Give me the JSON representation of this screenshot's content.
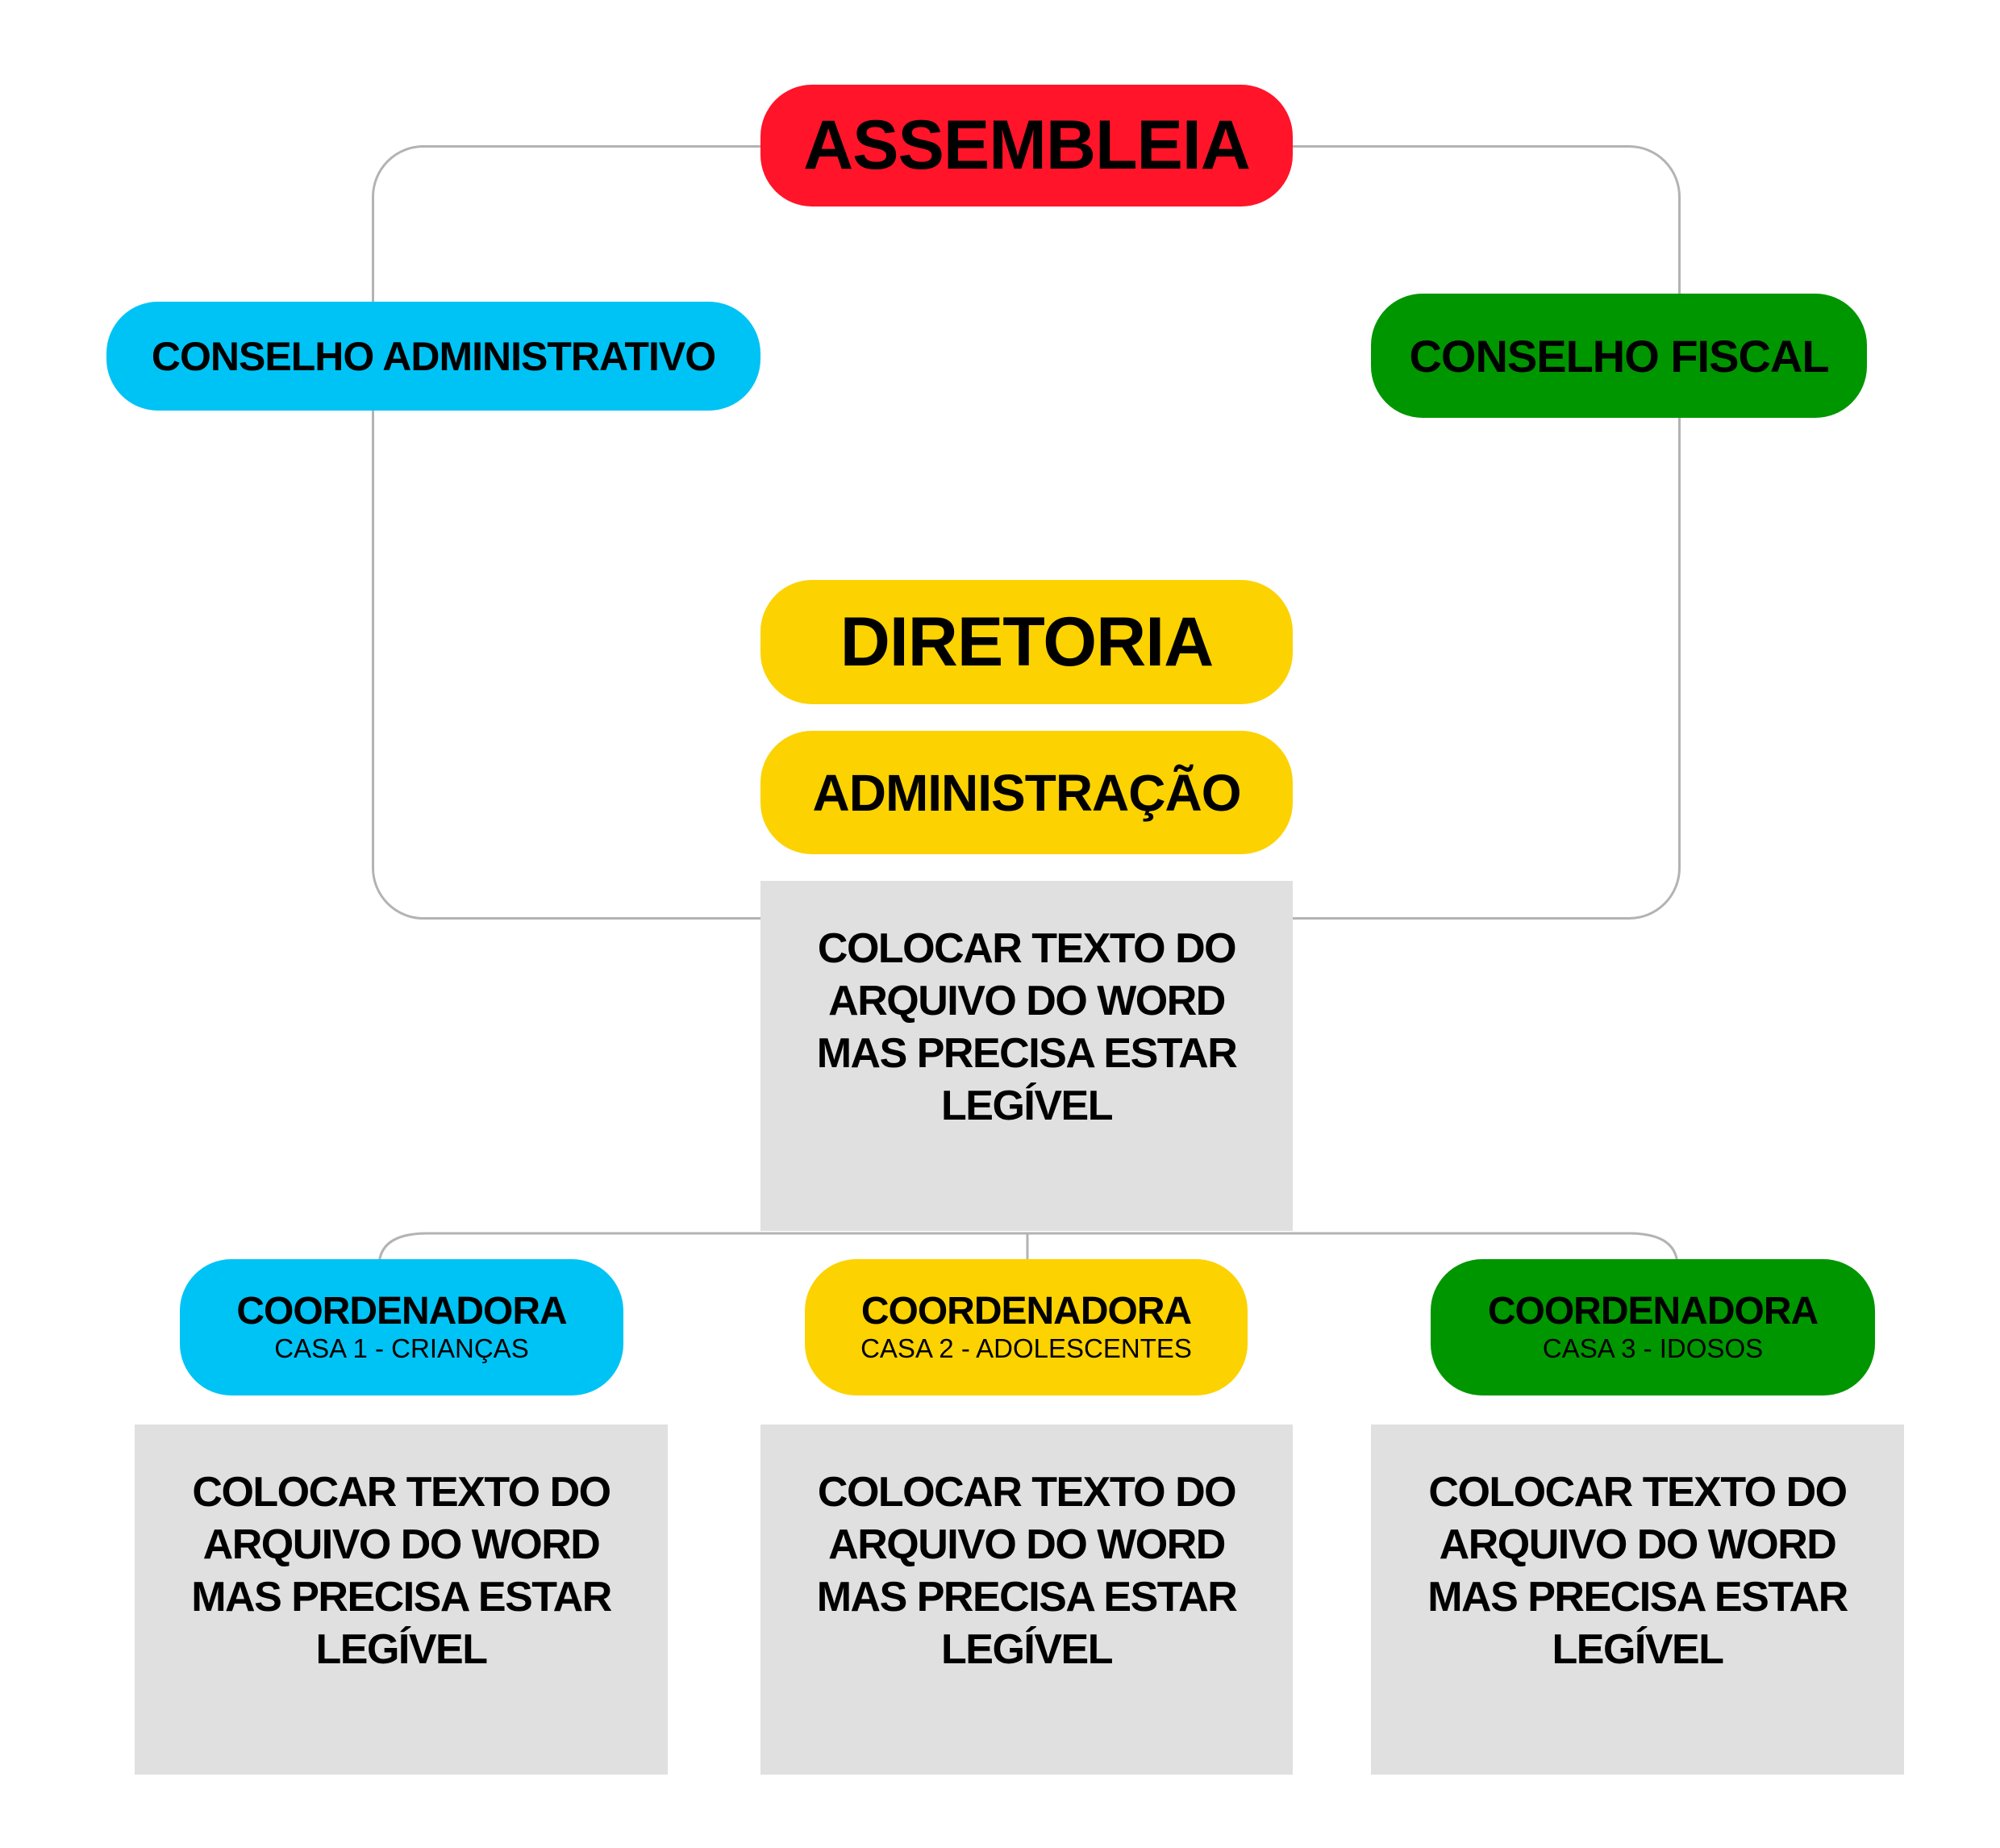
{
  "assembleia": "ASSEMBLEIA",
  "conselho_administrativo": "CONSELHO ADMINISTRATIVO",
  "conselho_fiscal": "CONSELHO FISCAL",
  "diretoria": "DIRETORIA",
  "administracao": "ADMINISTRAÇÃO",
  "administracao_text": "COLOCAR TEXTO DO ARQUIVO DO WORD MAS PRECISA ESTAR LEGÍVEL",
  "coordenadoras": [
    {
      "title": "COORDENADORA",
      "subtitle": "CASA 1 - CRIANÇAS",
      "text": "COLOCAR TEXTO DO ARQUIVO DO WORD MAS PRECISA ESTAR LEGÍVEL",
      "color": "#00c3f5"
    },
    {
      "title": "COORDENADORA",
      "subtitle": "CASA 2 - ADOLESCENTES",
      "text": "COLOCAR TEXTO DO ARQUIVO DO WORD MAS PRECISA ESTAR LEGÍVEL",
      "color": "#fcd200"
    },
    {
      "title": "COORDENADORA",
      "subtitle": "CASA 3 - IDOSOS",
      "text": "COLOCAR TEXTO DO ARQUIVO DO WORD MAS PRECISA ESTAR LEGÍVEL",
      "color": "#009600"
    }
  ],
  "colors": {
    "red": "#ff1429",
    "cyan": "#00c3f5",
    "green": "#009600",
    "yellow": "#fcd200",
    "gray": "#e0e0e0",
    "line": "#b3b3b3"
  }
}
